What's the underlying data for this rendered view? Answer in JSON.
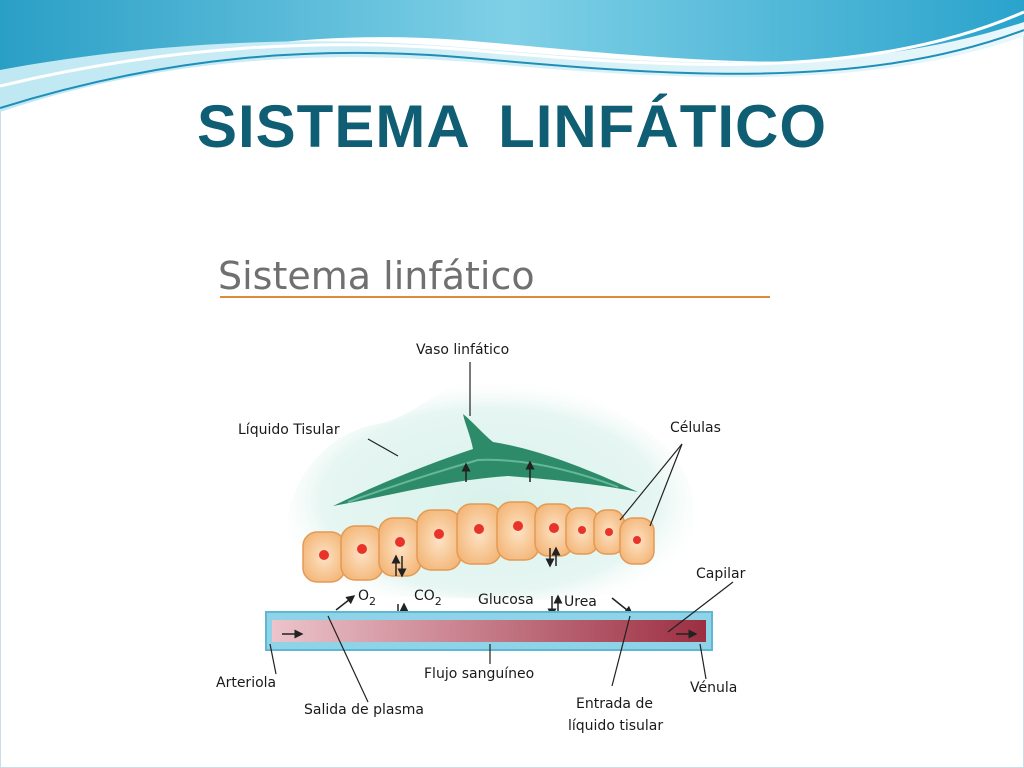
{
  "slide": {
    "title": "SISTEMA  LINFÁTICO"
  },
  "figure": {
    "title": "Sistema linfático",
    "labels": {
      "vaso_linfatico": "Vaso linfático",
      "liquido_tisular": "Líquido Tisular",
      "celulas": "Células",
      "o2": "O",
      "o2_sub": "2",
      "co2": "CO",
      "co2_sub": "2",
      "glucosa": "Glucosa",
      "urea": "Urea",
      "capilar": "Capilar",
      "arteriola": "Arteriola",
      "flujo_sanguineo": "Flujo sanguíneo",
      "venula": "Vénula",
      "salida_de_plasma": "Salida de plasma",
      "entrada_line1": "Entrada de",
      "entrada_line2": "líquido tisular"
    }
  },
  "colors": {
    "title": "#0f5e73",
    "lymph_vessel": "#2e8b6a",
    "cell_fill": "#f7c690",
    "cell_nucleus": "#e8332a",
    "capillary_border": "#6fc3dc",
    "blood_light": "#e7b7c0",
    "blood_dark": "#a23a4a",
    "title_rule": "#e0893a"
  }
}
